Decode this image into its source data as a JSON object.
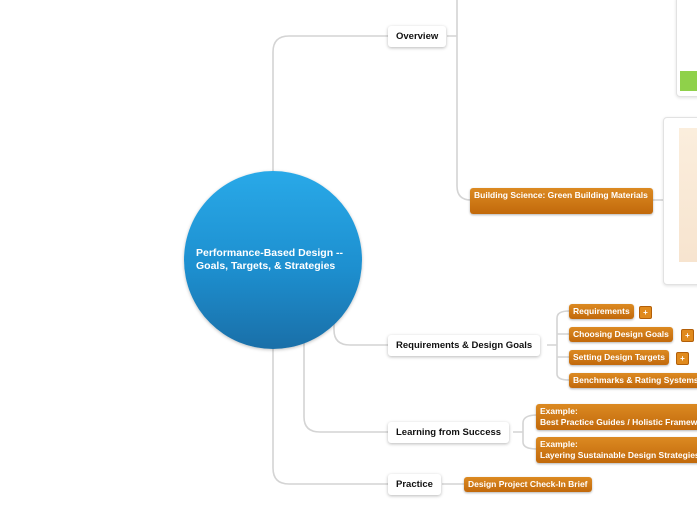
{
  "root": {
    "label": "Performance-Based Design -- Goals, Targets, & Strategies"
  },
  "topics": {
    "overview": "Overview",
    "requirements_goals": "Requirements & Design Goals",
    "learning": "Learning from Success",
    "practice": "Practice"
  },
  "subtopics": {
    "green_materials": "Building Science: Green Building Materials",
    "requirements": "Requirements",
    "choosing_goals": "Choosing Design Goals",
    "setting_targets": "Setting Design Targets",
    "benchmarks": "Benchmarks & Rating Systems",
    "example1_prefix": "Example:",
    "example1_title": "Best Practice Guides / Holistic Frameworks",
    "example2_prefix": "Example:",
    "example2_title": "Layering Sustainable Design Strategies",
    "checkin": "Design Project Check-In Brief"
  },
  "expand_glyph": "+",
  "colors": {
    "root": "#1d8fcf",
    "subtopic": "#cf7613",
    "connector": "#d4d4d4",
    "accent_green": "#8fd14a"
  }
}
